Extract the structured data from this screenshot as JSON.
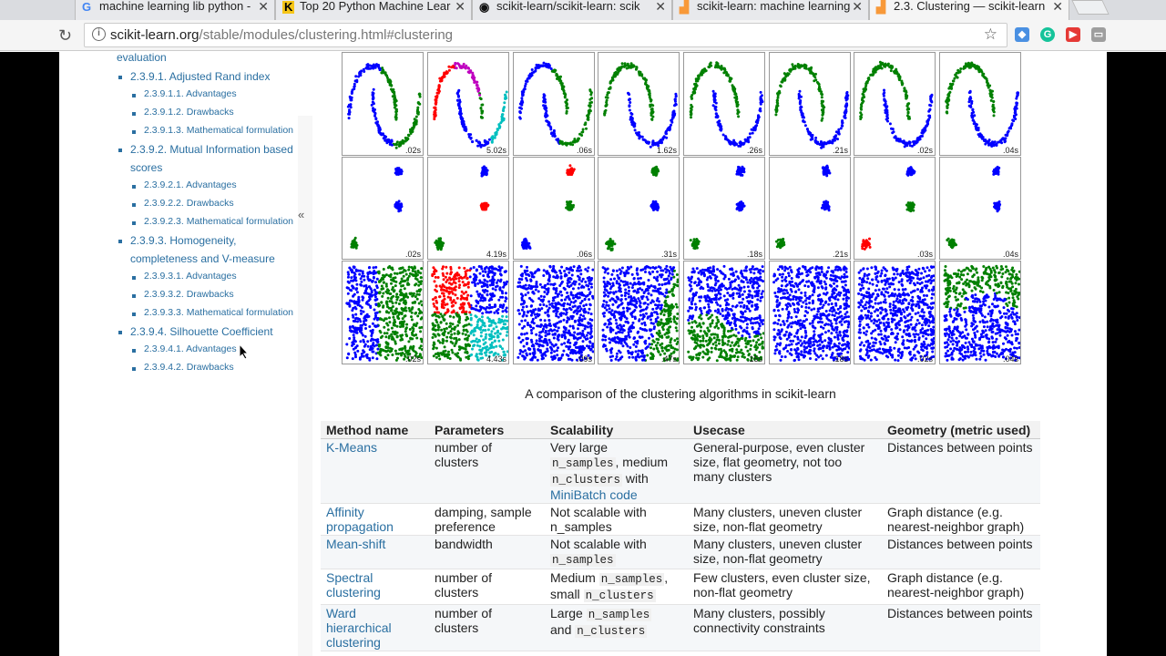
{
  "browser": {
    "tabs": [
      {
        "icon": "G",
        "title": "machine learning lib python -"
      },
      {
        "icon": "K",
        "title": "Top 20 Python Machine Lear"
      },
      {
        "icon": "◉",
        "title": "scikit-learn/scikit-learn: scik"
      },
      {
        "icon": "▟",
        "title": "scikit-learn: machine learning"
      },
      {
        "icon": "▟",
        "title": "2.3. Clustering — scikit-learn"
      }
    ],
    "url_domain": "scikit-learn.org",
    "url_path": "/stable/modules/clustering.html#clustering"
  },
  "sidebar": {
    "top_fragment": "evaluation",
    "items": [
      {
        "level": 3,
        "text": "2.3.9.1. Adjusted Rand index"
      },
      {
        "level": 4,
        "text": "2.3.9.1.1. Advantages"
      },
      {
        "level": 4,
        "text": "2.3.9.1.2. Drawbacks"
      },
      {
        "level": 4,
        "text": "2.3.9.1.3. Mathematical formulation"
      },
      {
        "level": 3,
        "text": "2.3.9.2. Mutual Information based"
      },
      {
        "level": 0,
        "text": "scores"
      },
      {
        "level": 4,
        "text": "2.3.9.2.1. Advantages"
      },
      {
        "level": 4,
        "text": "2.3.9.2.2. Drawbacks"
      },
      {
        "level": 4,
        "text": "2.3.9.2.3. Mathematical formulation"
      },
      {
        "level": 3,
        "text": "2.3.9.3. Homogeneity,"
      },
      {
        "level": 0,
        "text": "completeness and V-measure"
      },
      {
        "level": 4,
        "text": "2.3.9.3.1. Advantages"
      },
      {
        "level": 4,
        "text": "2.3.9.3.2. Drawbacks"
      },
      {
        "level": 4,
        "text": "2.3.9.3.3. Mathematical formulation"
      },
      {
        "level": 3,
        "text": "2.3.9.4. Silhouette Coefficient"
      },
      {
        "level": 4,
        "text": "2.3.9.4.1. Advantages"
      },
      {
        "level": 4,
        "text": "2.3.9.4.2. Drawbacks"
      }
    ],
    "collapse_glyph": "«"
  },
  "figure": {
    "times": [
      [
        ".02s",
        "5.02s",
        ".06s",
        "1.62s",
        ".26s",
        ".21s",
        ".02s",
        ".04s"
      ],
      [
        ".02s",
        "4.19s",
        ".06s",
        ".31s",
        ".18s",
        ".21s",
        ".03s",
        ".04s"
      ],
      [
        ".02s",
        "4.43s",
        ".09s",
        ".47s",
        ".15s",
        ".18s",
        ".02s",
        ".04s"
      ]
    ],
    "caption": "A comparison of the clustering algorithms in scikit-learn",
    "colors": {
      "blue": "#0000ff",
      "green": "#008000",
      "red": "#ff0000",
      "magenta": "#bf00bf",
      "cyan": "#00bfbf"
    }
  },
  "table": {
    "headers": [
      "Method name",
      "Parameters",
      "Scalability",
      "Usecase",
      "Geometry (metric used)"
    ],
    "rows": [
      {
        "name": "K-Means",
        "params": "number of clusters",
        "scal_a": "Very large",
        "scal_code1": "n_samples",
        "scal_b": ", medium",
        "scal_code2": "n_clusters",
        "scal_c": "with",
        "scal_link": "MiniBatch code",
        "usecase": "General-purpose, even cluster size, flat geometry, not too many clusters",
        "geometry": "Distances between points"
      },
      {
        "name": "Affinity propagation",
        "params": "damping, sample preference",
        "scal": "Not scalable with n_samples",
        "usecase": "Many clusters, uneven cluster size, non-flat geometry",
        "geometry": "Graph distance (e.g. nearest-neighbor graph)"
      },
      {
        "name": "Mean-shift",
        "params": "bandwidth",
        "scal_a": "Not scalable with",
        "scal_code1": "n_samples",
        "usecase": "Many clusters, uneven cluster size, non-flat geometry",
        "geometry": "Distances between points"
      },
      {
        "name": "Spectral clustering",
        "params": "number of clusters",
        "scal_a": "Medium",
        "scal_code1": "n_samples",
        "scal_b": ",",
        "scal_c": "small",
        "scal_code2": "n_clusters",
        "usecase": "Few clusters, even cluster size, non-flat geometry",
        "geometry": "Graph distance (e.g. nearest-neighbor graph)"
      },
      {
        "name": "Ward hierarchical clustering",
        "params": "number of clusters",
        "scal_a": "Large",
        "scal_code1": "n_samples",
        "scal_c": "and",
        "scal_code2": "n_clusters",
        "usecase": "Many clusters, possibly connectivity constraints",
        "geometry": "Distances between points"
      }
    ]
  }
}
